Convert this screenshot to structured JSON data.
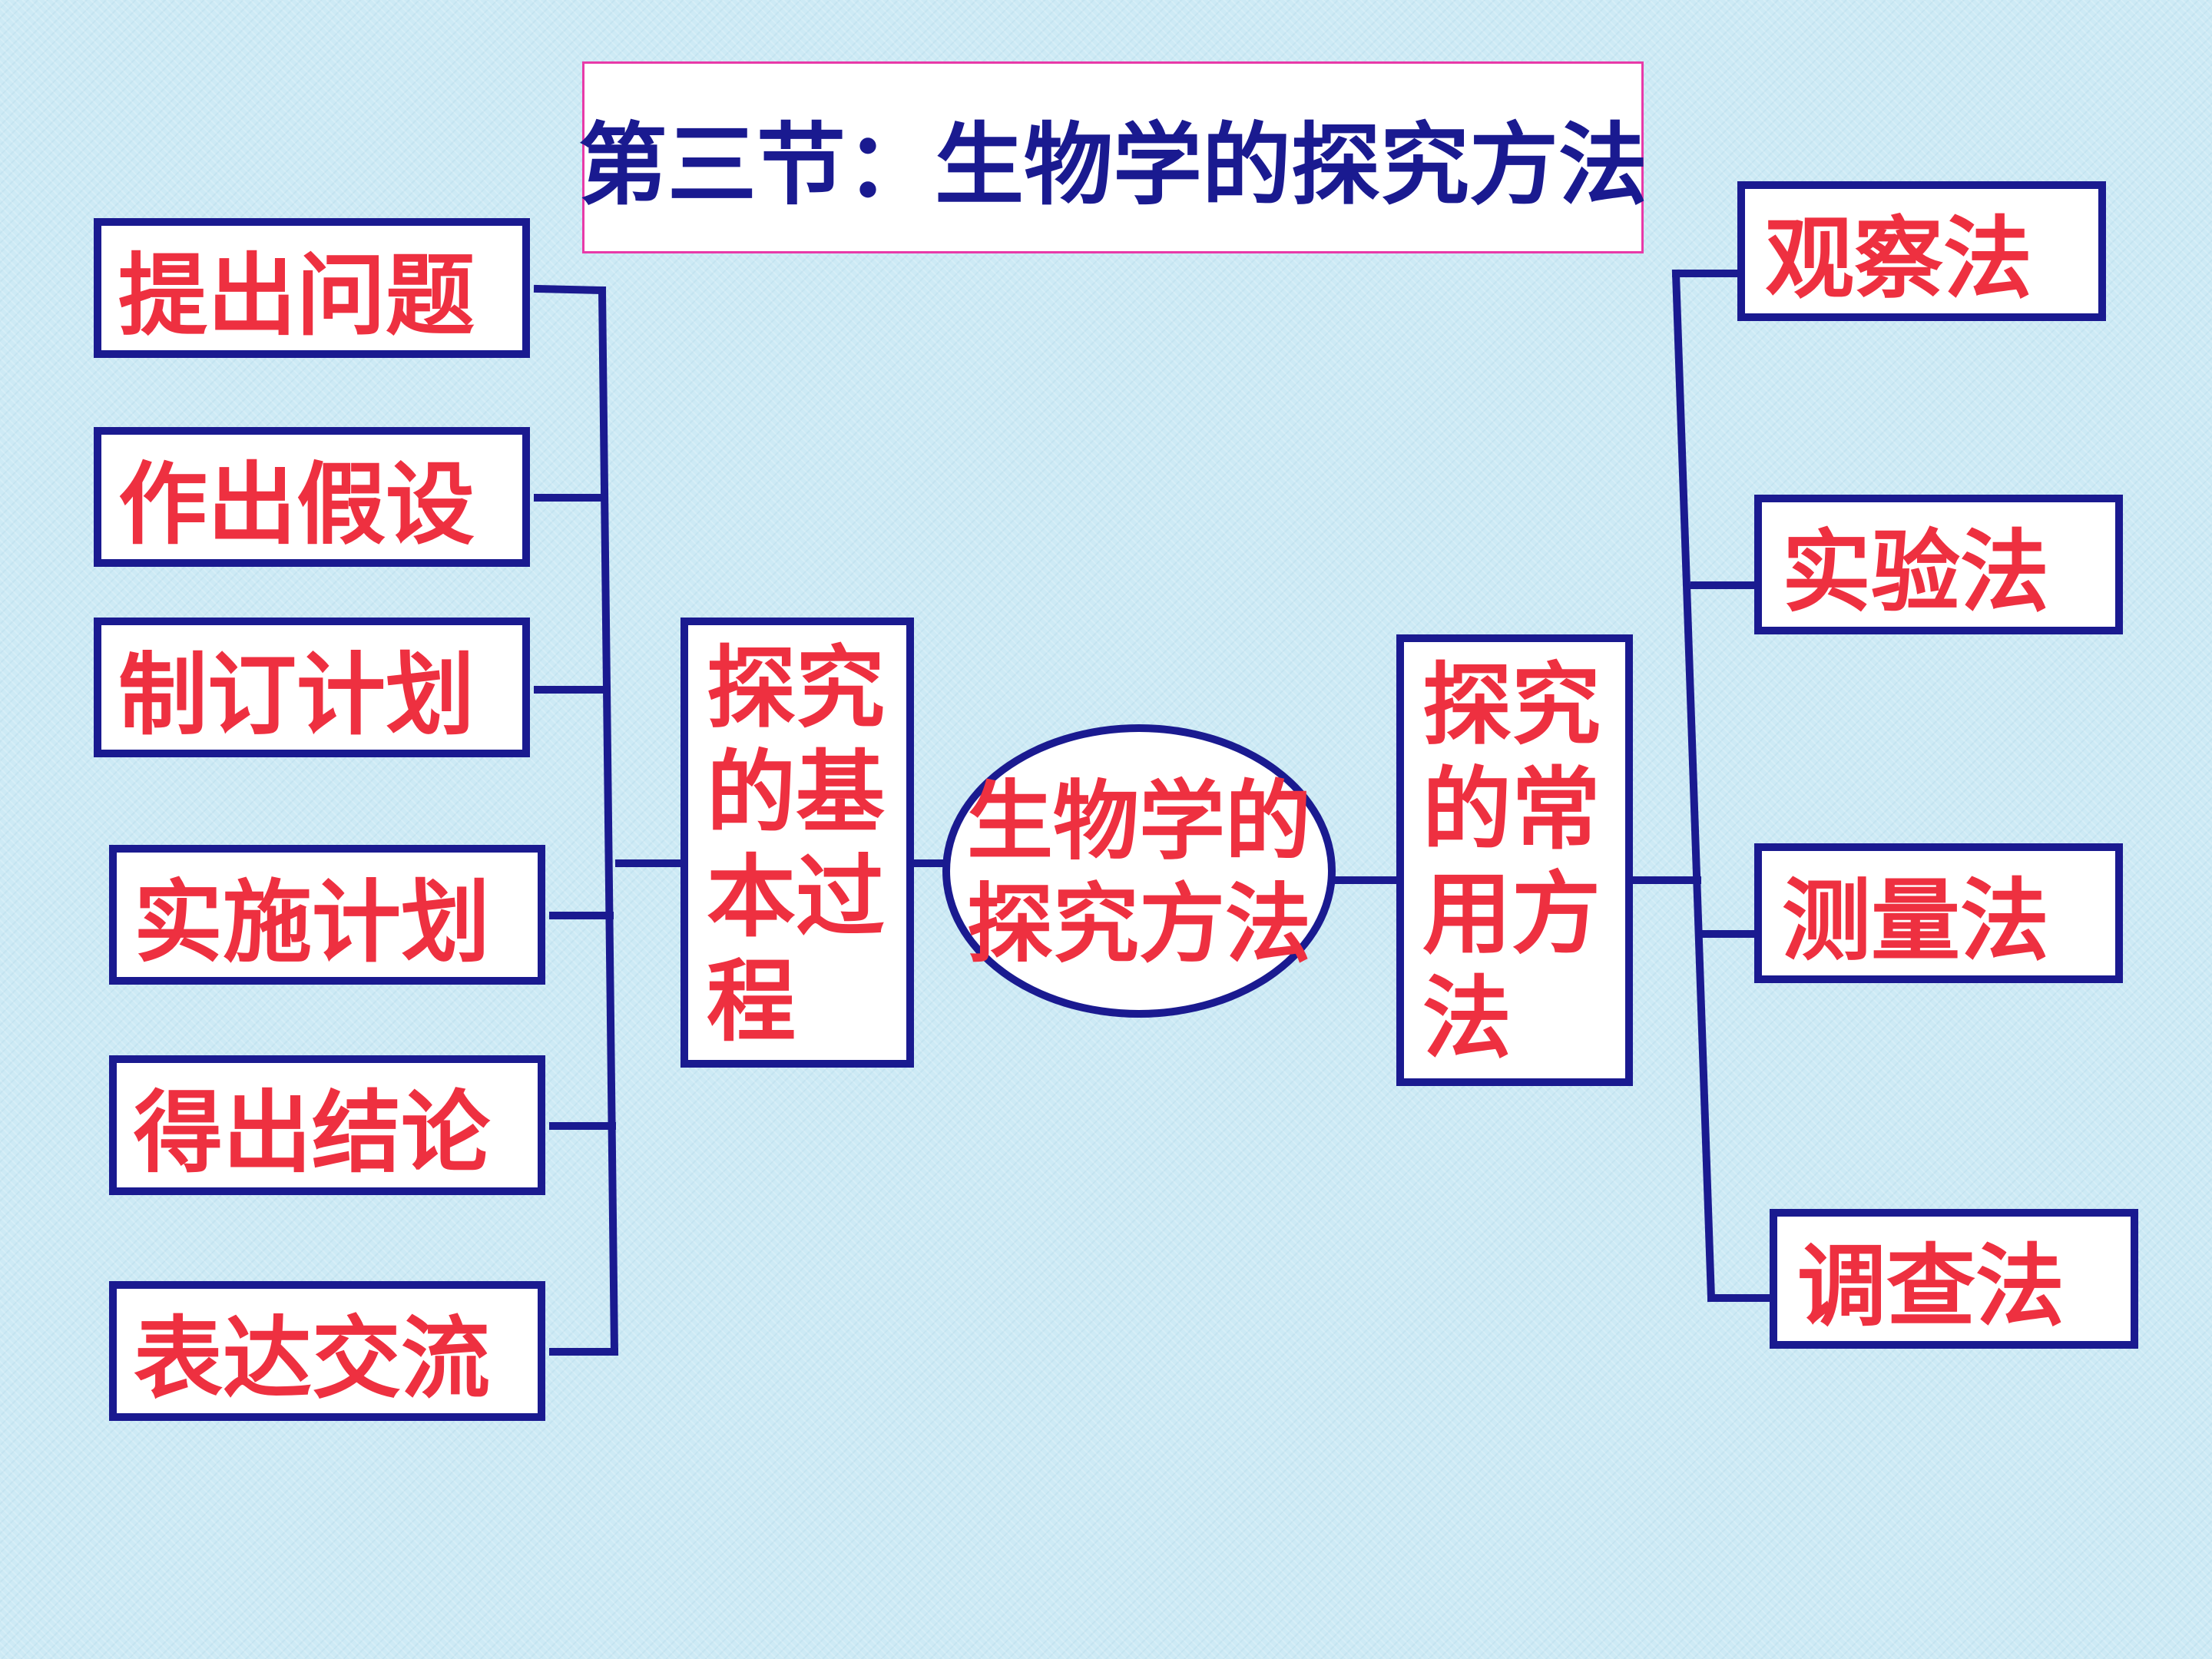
{
  "title": "第三节：生物学的探究方法",
  "center": {
    "line1": "生物学的",
    "line2": "探究方法"
  },
  "process": {
    "chars": [
      "探究",
      "的基",
      "本过",
      "程"
    ]
  },
  "methods_group": {
    "chars": [
      "探究",
      "的常",
      "用方",
      "法"
    ]
  },
  "steps": [
    "提出问题",
    "作出假设",
    "制订计划",
    "实施计划",
    "得出结论",
    "表达交流"
  ],
  "methods": [
    "观察法",
    "实验法",
    "测量法",
    "调查法"
  ],
  "colors": {
    "line": "#1a1a90",
    "text": "#ee3040",
    "title_text": "#1a1a90",
    "title_border": "#e83aa8",
    "background": "#cdeaf5"
  }
}
